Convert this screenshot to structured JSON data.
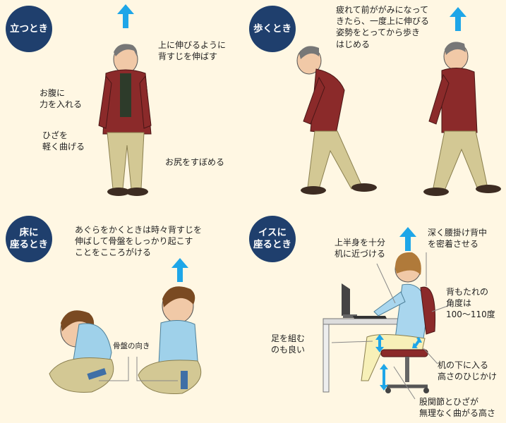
{
  "standing": {
    "badge": "立つとき",
    "note_back": "上に伸びるように\n背すじを伸ばす",
    "note_belly": "お腹に\n力を入れる",
    "note_knees": "ひざを\n軽く曲げる",
    "note_hips": "お尻をすぼめる"
  },
  "walking": {
    "badge": "歩くとき",
    "note": "疲れて前ががみになって\nきたら、一度上に伸びる\n姿勢をとってから歩き\nはじめる"
  },
  "floor": {
    "badge": "床に\n座るとき",
    "note": "あぐらをかくときは時々背すじを\n伸ばして骨盤をしっかり起こす\nことをこころがける",
    "pelvis_label": "骨盤の向き"
  },
  "chair": {
    "badge": "イスに\n座るとき",
    "note_upper": "上半身を十分\n机に近づける",
    "note_deep": "深く腰掛け背中\nを密着させる",
    "note_angle": "背もたれの\n角度は\n100～110度",
    "note_legs": "足を組む\nのも良い",
    "note_armrest": "机の下に入る\n高さのひじかけ",
    "note_hip": "股関節とひざが\n無理なく曲がる高さ"
  },
  "colors": {
    "background": "#fff7e3",
    "badge": "#1f3f6d",
    "arrow": "#1ea6e8",
    "jacket": "#8b2a2a",
    "pants": "#d3c894",
    "shirt_blue": "#9fd1ea"
  },
  "icons": [
    "up-arrow-icon",
    "double-arrow-icon"
  ]
}
